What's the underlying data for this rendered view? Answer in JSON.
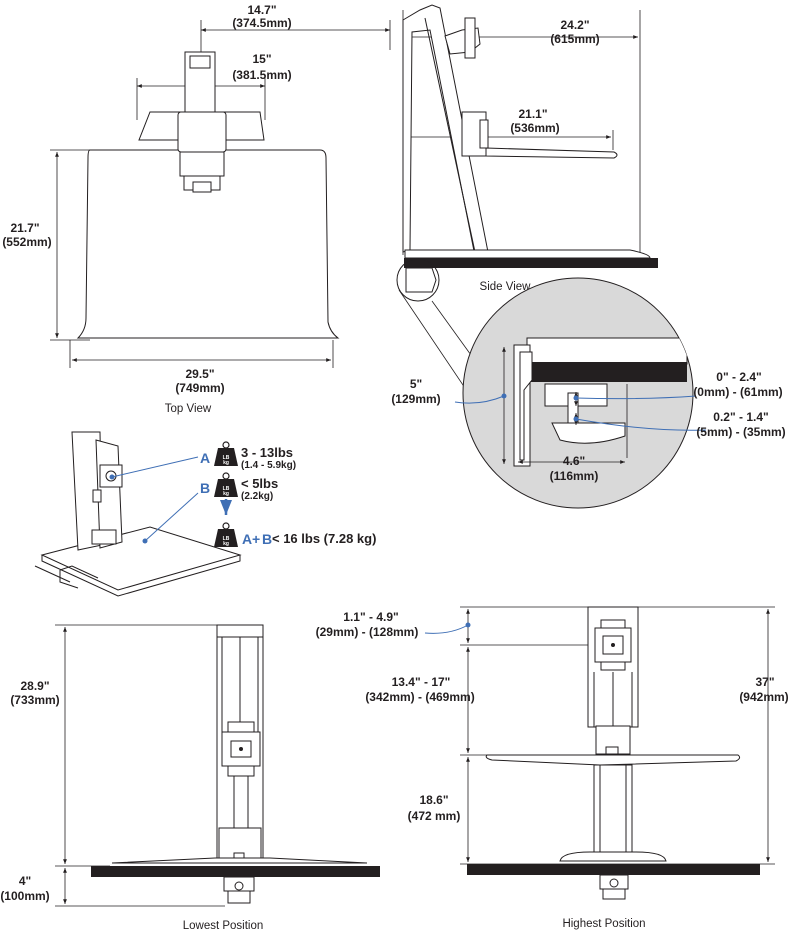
{
  "colors": {
    "accent": "#3f6fb5",
    "ink": "#231f20",
    "shade": "#d9d9d9"
  },
  "top_view": {
    "caption": "Top View",
    "width_in": "14.7\"",
    "width_mm": "(374.5mm)",
    "tray_in": "15\"",
    "tray_mm": "(381.5mm)",
    "depth_in": "21.7\"",
    "depth_mm": "(552mm)",
    "platform_in": "29.5\"",
    "platform_mm": "(749mm)"
  },
  "side_view": {
    "caption": "Side View",
    "total_in": "24.2\"",
    "total_mm": "(615mm)",
    "tray_in": "21.1\"",
    "tray_mm": "(536mm)"
  },
  "detail": {
    "height_in": "5\"",
    "height_mm": "(129mm)",
    "clamp_in": "0\" - 2.4\"",
    "clamp_mm": "(0mm) - (61mm)",
    "grip_in": "0.2\" - 1.4\"",
    "grip_mm": "(5mm) - (35mm)",
    "depth_in": "4.6\"",
    "depth_mm": "(116mm)"
  },
  "weights": {
    "a_letter": "A",
    "b_letter": "B",
    "lbs_icon": "LB kg",
    "a_range": "3 - 13lbs",
    "a_range_kg": "(1.4 - 5.9kg)",
    "b_range": "< 5lbs",
    "b_range_kg": "(2.2kg)",
    "sum_a": "A",
    "sum_plus": "+",
    "sum_b": "B",
    "sum_value": "< 16 lbs (7.28 kg)"
  },
  "lowest": {
    "caption": "Lowest Position",
    "height_in": "28.9\"",
    "height_mm": "(733mm)",
    "base_in": "4\"",
    "base_mm": "(100mm)"
  },
  "highest": {
    "caption": "Highest Position",
    "top_in": "1.1\" - 4.9\"",
    "top_mm": "(29mm) - (128mm)",
    "mid_in": "13.4\" - 17\"",
    "mid_mm": "(342mm) - (469mm)",
    "low_in": "18.6\"",
    "low_mm": "(472 mm)",
    "total_in": "37\"",
    "total_mm": "(942mm)"
  }
}
